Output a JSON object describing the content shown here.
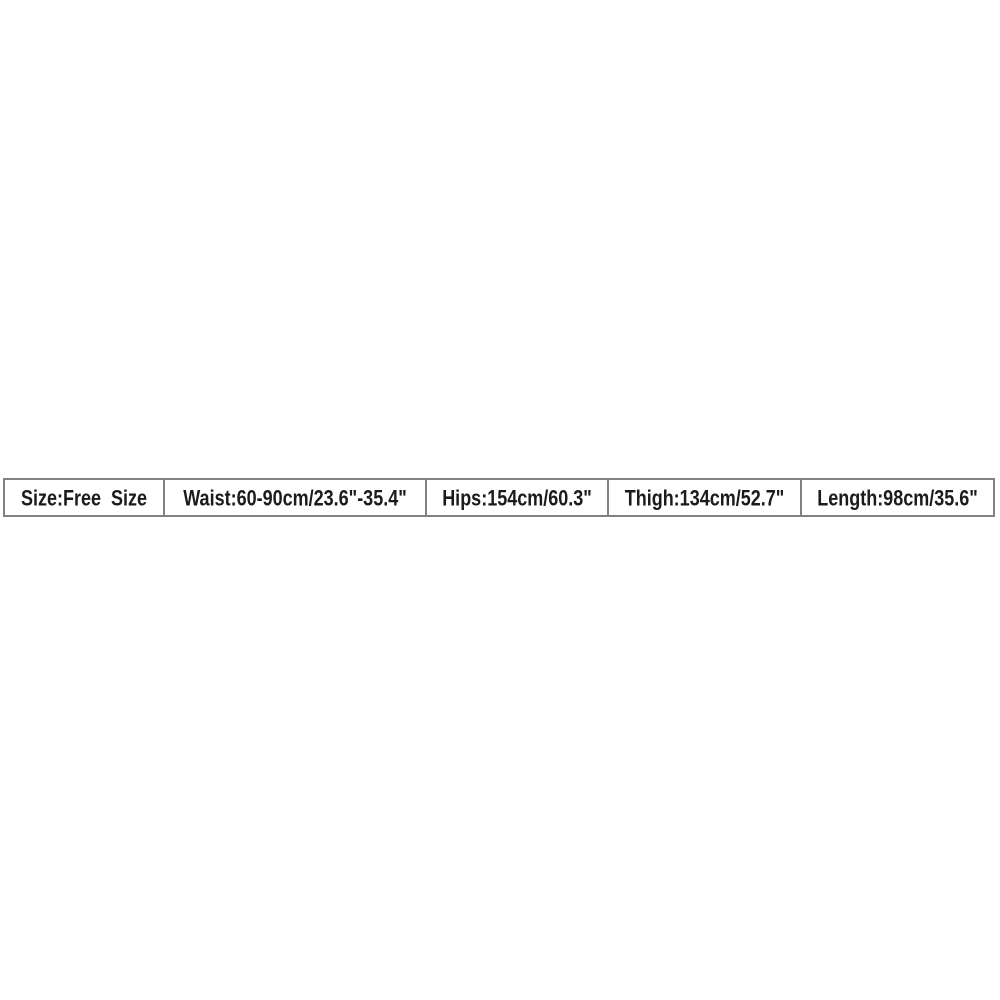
{
  "chart_data": {
    "type": "table",
    "columns": [
      "Size",
      "Waist",
      "Hips",
      "Thigh",
      "Length"
    ],
    "rows": [
      [
        "Free Size",
        "60-90cm/23.6\"-35.4\"",
        "154cm/60.3\"",
        "134cm/52.7\"",
        "98cm/35.6\""
      ]
    ],
    "cells": [
      {
        "label": "Size:Free  Size"
      },
      {
        "label": "Waist:60-90cm/23.6\"-35.4\""
      },
      {
        "label": "Hips:154cm/60.3\""
      },
      {
        "label": "Thigh:134cm/52.7\""
      },
      {
        "label": "Length:98cm/35.6\""
      }
    ],
    "layout_hints": {
      "legend": "none",
      "grid": "single-row bordered table, horizontally full-width, vertically centered on white background"
    },
    "style": {
      "border_color": "#818181",
      "text_color": "#1b1b1b",
      "background": "#ffffff"
    }
  }
}
